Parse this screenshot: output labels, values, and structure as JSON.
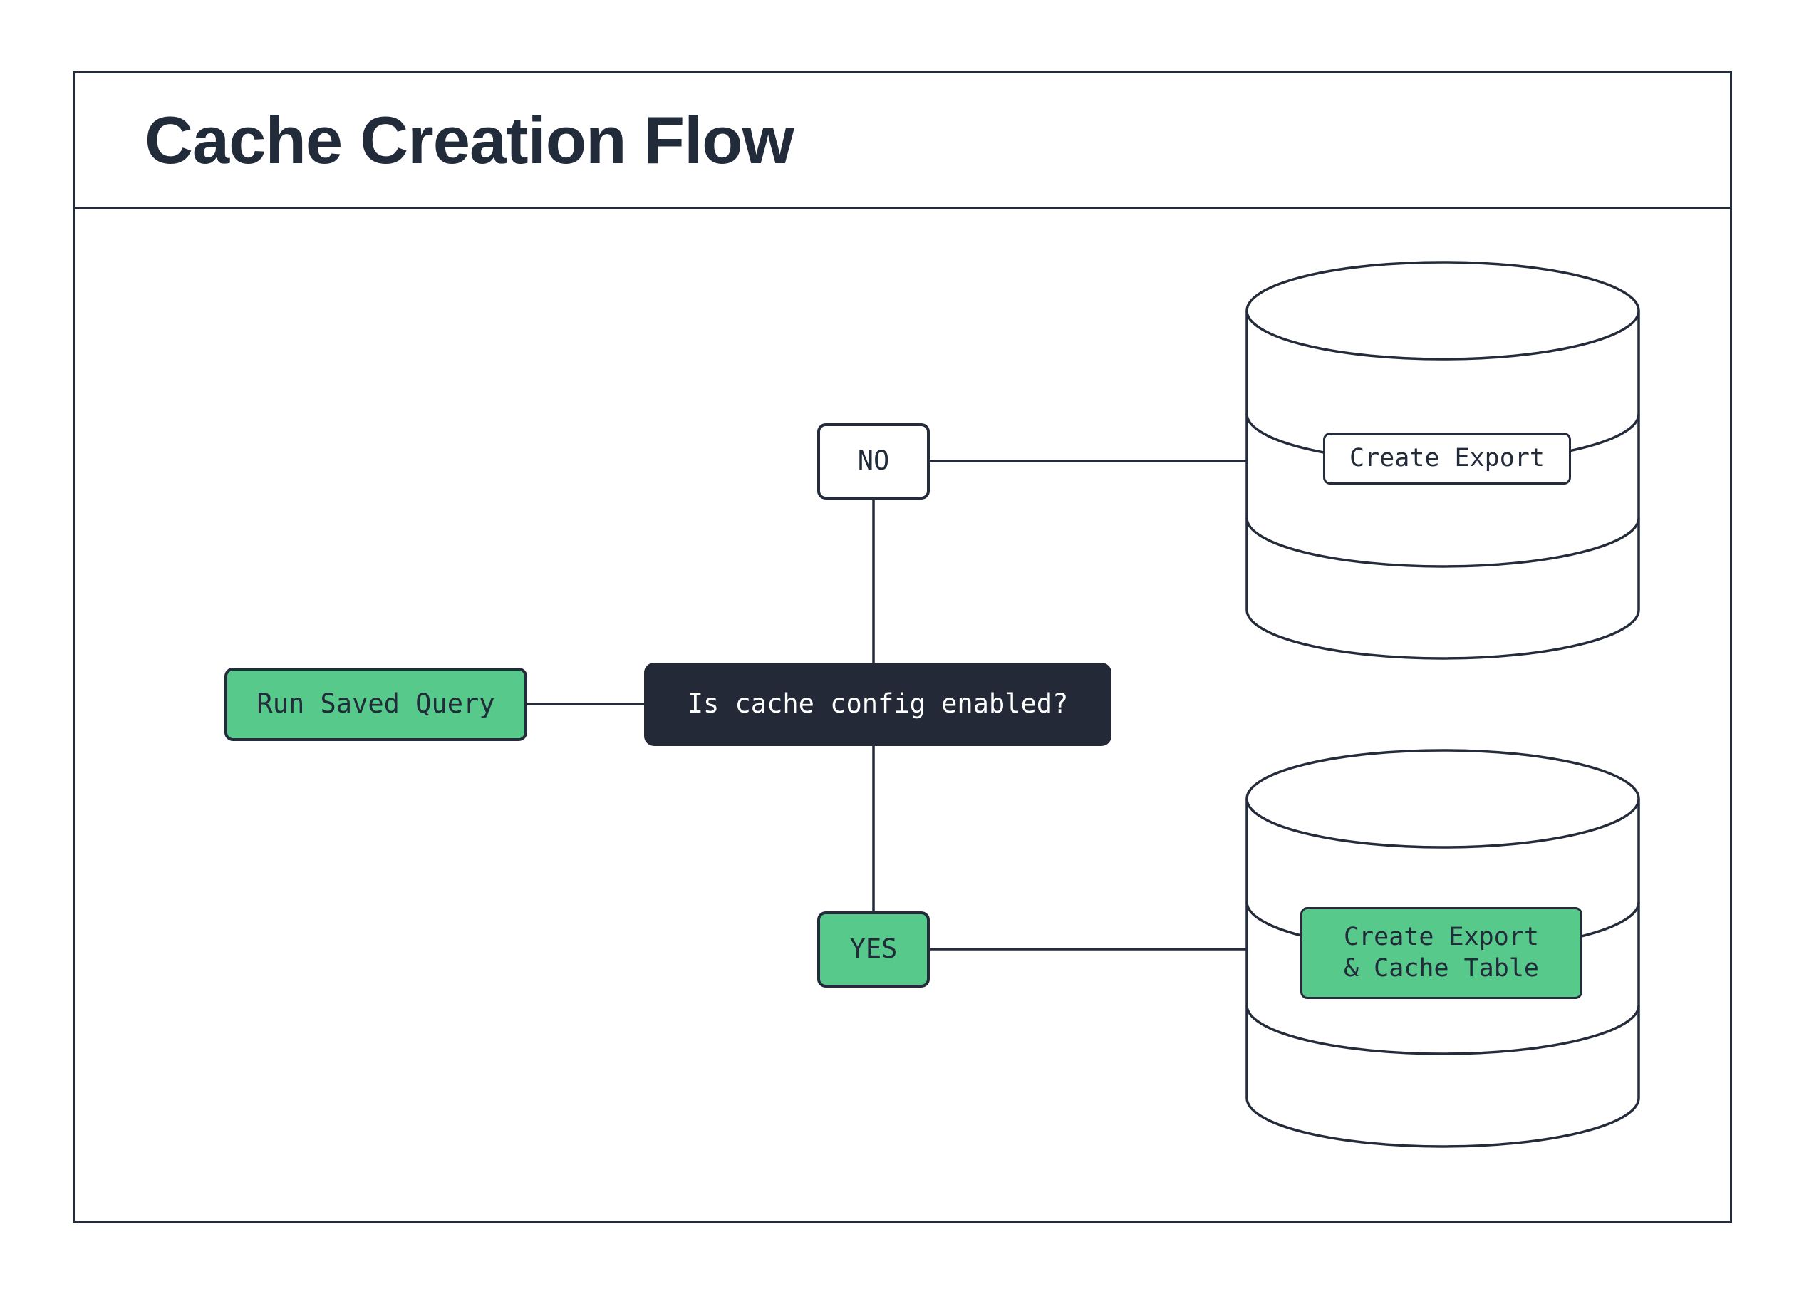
{
  "title": "Cache Creation Flow",
  "diagram": {
    "start_node": "Run Saved Query",
    "decision_node": "Is cache config enabled?",
    "no_label": "NO",
    "yes_label": "YES",
    "no_result": "Create Export",
    "yes_result": "Create Export\n& Cache Table"
  },
  "colors": {
    "ink": "#242b3a",
    "accent_green": "#57c98b",
    "decision_fill": "#232936",
    "background": "#ffffff"
  },
  "icons": {
    "no_branch_target": "database-icon",
    "yes_branch_target": "database-icon"
  }
}
